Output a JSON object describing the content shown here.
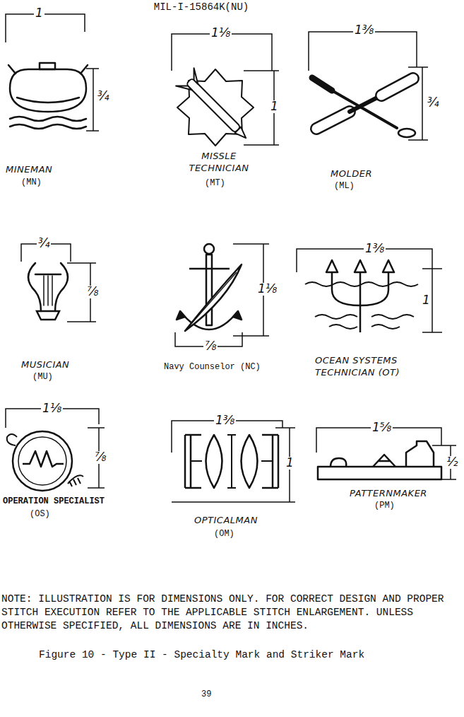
{
  "diagram": {
    "caption": "Figure 10 - Type II - Specialty Mark and Striker Mark",
    "labels": [
      "MIL-I-15864K(NU)",
      "1",
      "¾",
      "MINEMAN",
      "(MN)",
      "1⅛",
      "1",
      "MISSLE TECHNICIAN",
      "(MT)",
      "1⅜",
      "¾",
      "MOLDER",
      "(ML)",
      "¾",
      "⅞",
      "MUSICIAN",
      "(MU)",
      "1⅛",
      "⅞",
      "Navy Counselor (NC)",
      "1⅜",
      "1",
      "OCEAN SYSTEMS TECHNICIAN (OT)",
      "1⅛",
      "⅞",
      "OPERATION SPECIALIST",
      "(OS)",
      "1⅜",
      "1",
      "OPTICALMAN",
      "(OM)",
      "1⅝",
      "½",
      "PATTERNMAKER",
      "(PM)",
      "NOTE: ILLUSTRATION IS FOR DIMENSIONS ONLY. FOR CORRECT DESIGN AND PROPER STITCH EXECUTION REFER TO THE APPLICABLE STITCH ENLARGEMENT. UNLESS OTHERWISE SPECIFIED, ALL DIMENSIONS ARE IN INCHES.",
      "39"
    ]
  }
}
